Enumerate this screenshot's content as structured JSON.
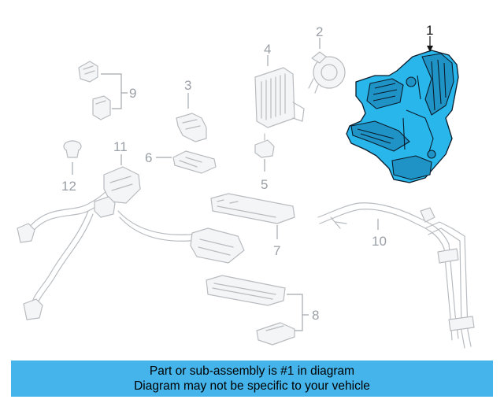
{
  "diagram": {
    "callouts": [
      "1",
      "2",
      "3",
      "4",
      "5",
      "6",
      "7",
      "8",
      "9",
      "10",
      "11",
      "12"
    ],
    "highlighted_part": "1",
    "highlight_color": "#29b6ea",
    "ghost_color": "#b8bcc0"
  },
  "banner": {
    "line1": "Part or sub-assembly is #1 in diagram",
    "line2": "Diagram may not be specific to your vehicle",
    "background": "#45b4ea"
  }
}
